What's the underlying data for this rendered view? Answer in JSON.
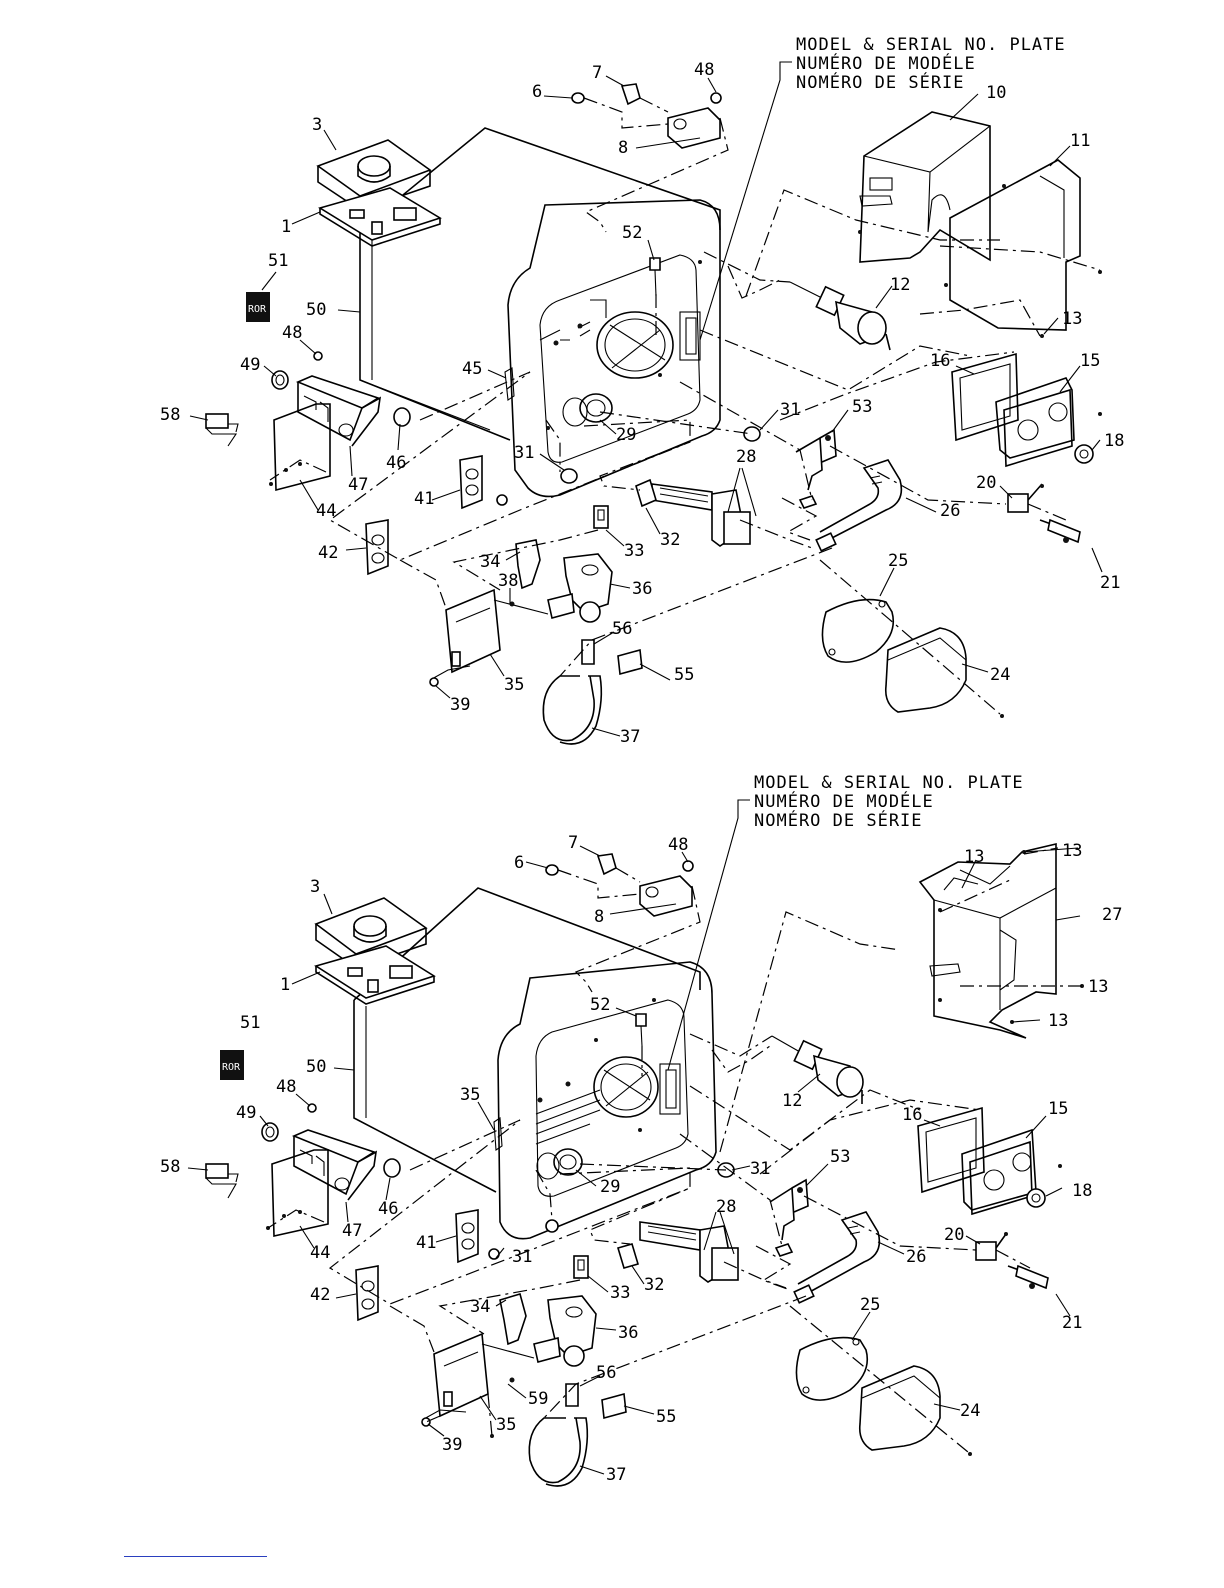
{
  "diagrams": [
    {
      "id": "upper",
      "plate_label": [
        "MODEL & SERIAL NO. PLATE",
        "NUMÉRO DE MODÉLE",
        "NOMÉRO DE SÉRIE"
      ],
      "callouts": [
        "1",
        "3",
        "6",
        "7",
        "8",
        "10",
        "11",
        "12",
        "13",
        "15",
        "16",
        "18",
        "20",
        "21",
        "24",
        "25",
        "26",
        "28",
        "29",
        "31",
        "31",
        "32",
        "33",
        "34",
        "35",
        "36",
        "37",
        "38",
        "39",
        "41",
        "42",
        "44",
        "45",
        "46",
        "47",
        "48",
        "48",
        "49",
        "50",
        "51",
        "52",
        "53",
        "55",
        "56",
        "58"
      ],
      "badge_text": "ROR"
    },
    {
      "id": "lower",
      "plate_label": [
        "MODEL & SERIAL NO. PLATE",
        "NUMÉRO DE MODÉLE",
        "NOMÉRO DE SÉRIE"
      ],
      "callouts": [
        "1",
        "3",
        "6",
        "7",
        "8",
        "12",
        "13",
        "13",
        "13",
        "13",
        "15",
        "16",
        "18",
        "20",
        "21",
        "24",
        "25",
        "26",
        "27",
        "28",
        "29",
        "31",
        "31",
        "32",
        "33",
        "34",
        "35",
        "35",
        "36",
        "37",
        "39",
        "41",
        "42",
        "44",
        "46",
        "47",
        "48",
        "48",
        "49",
        "50",
        "51",
        "52",
        "53",
        "55",
        "56",
        "58",
        "59"
      ],
      "badge_text": "ROR"
    }
  ]
}
